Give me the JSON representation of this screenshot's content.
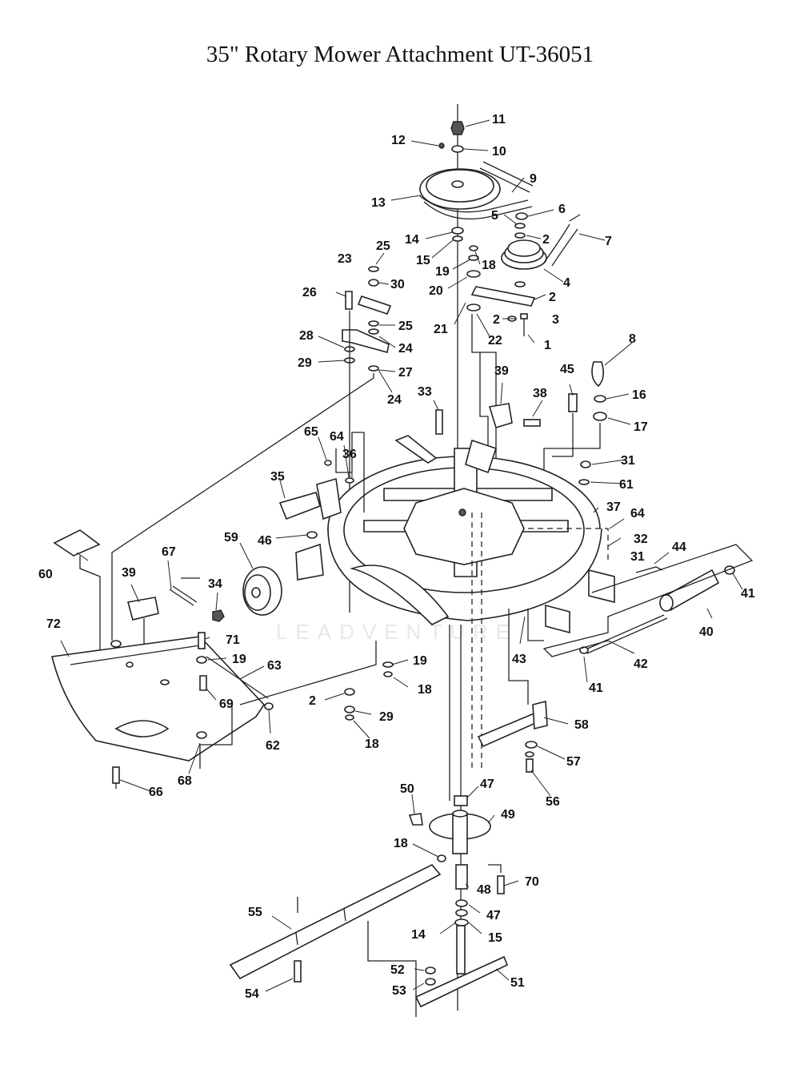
{
  "title": "35\" Rotary Mower Attachment UT-36051",
  "watermark": "LEADVENTURE",
  "callouts": [
    "11",
    "12",
    "10",
    "9",
    "13",
    "6",
    "5",
    "2",
    "7",
    "14",
    "25",
    "23",
    "15",
    "18",
    "19",
    "30",
    "26",
    "4",
    "20",
    "2",
    "3",
    "21",
    "2",
    "25",
    "28",
    "24",
    "22",
    "1",
    "8",
    "29",
    "27",
    "24",
    "39",
    "45",
    "16",
    "33",
    "38",
    "17",
    "65",
    "64",
    "36",
    "31",
    "61",
    "35",
    "37",
    "64",
    "32",
    "59",
    "46",
    "44",
    "31",
    "67",
    "60",
    "39",
    "34",
    "41",
    "71",
    "72",
    "19",
    "40",
    "19",
    "63",
    "43",
    "42",
    "69",
    "18",
    "41",
    "2",
    "29",
    "62",
    "58",
    "18",
    "57",
    "66",
    "68",
    "56",
    "50",
    "47",
    "49",
    "18",
    "70",
    "48",
    "55",
    "47",
    "14",
    "15",
    "52",
    "51",
    "54",
    "53"
  ]
}
